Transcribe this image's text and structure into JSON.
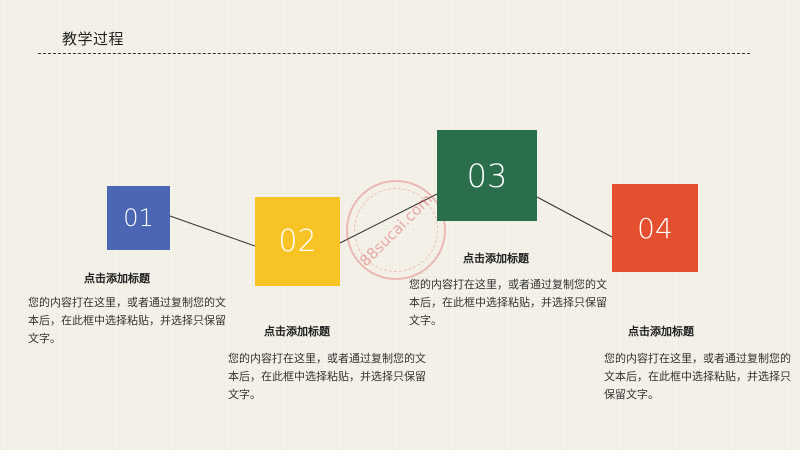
{
  "header": {
    "title": "教学过程"
  },
  "steps": [
    {
      "number": "01",
      "title": "点击添加标题",
      "desc": "您的内容打在这里，或者通过复制您的文本后，在此框中选择粘贴，并选择只保留文字。",
      "color": "#4b67b3"
    },
    {
      "number": "02",
      "title": "点击添加标题",
      "desc": "您的内容打在这里，或者通过复制您的文本后，在此框中选择粘贴，并选择只保留文字。",
      "color": "#f7c325"
    },
    {
      "number": "03",
      "title": "点击添加标题",
      "desc": "您的内容打在这里，或者通过复制您的文本后，在此框中选择粘贴，并选择只保留文字。",
      "color": "#2b6e4c"
    },
    {
      "number": "04",
      "title": "点击添加标题",
      "desc": "您的内容打在这里，或者通过复制您的文本后，在此框中选择粘贴，并选择只保留文字。",
      "color": "#e4502f"
    }
  ],
  "watermark": {
    "text": "88sucai.com"
  }
}
